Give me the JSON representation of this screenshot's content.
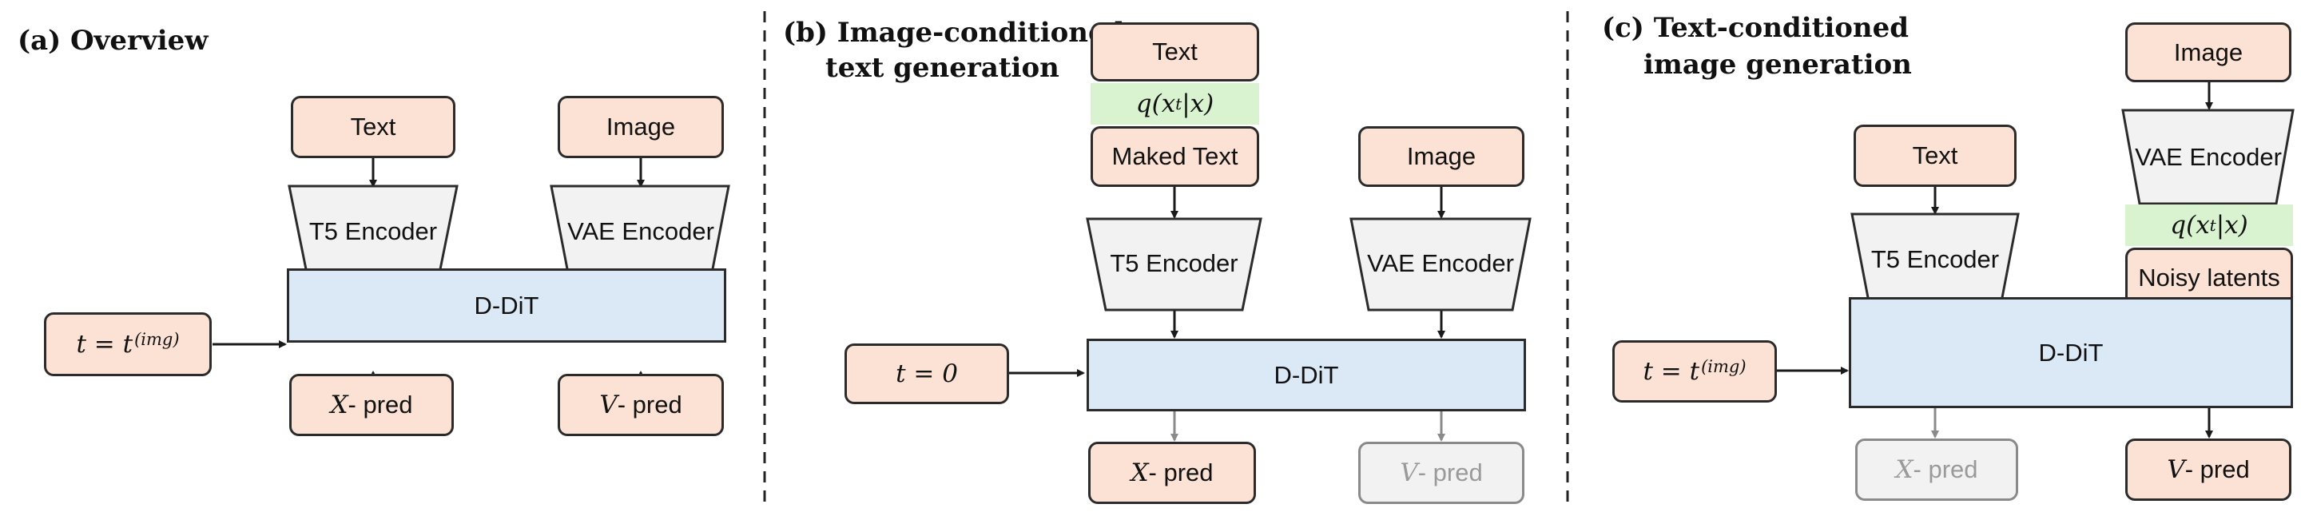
{
  "panels": [
    {
      "title_line1": "(a) Overview",
      "title_line2": "",
      "text": "Text",
      "image": "Image",
      "t5": "T5 Encoder",
      "vae": "VAE Encoder",
      "t_label": "t = t",
      "t_sup": "(img)",
      "ddit": "D-DiT",
      "x_var": "X",
      "v_var": "V",
      "pred": "- pred"
    },
    {
      "title_line1": "(b) Image-conditioned",
      "title_line2": "text generation",
      "text": "Text",
      "noise": "q(x",
      "noise_sub": "t",
      "noise_end": "|x)",
      "masked": "Maked Text",
      "image": "Image",
      "t5": "T5 Encoder",
      "vae": "VAE Encoder",
      "t_label": "t = 0",
      "ddit": "D-DiT",
      "x_var": "X",
      "v_var": "V",
      "pred": "- pred"
    },
    {
      "title_line1": "(c) Text-conditioned",
      "title_line2": "image generation",
      "text": "Text",
      "image": "Image",
      "vae": "VAE Encoder",
      "noise": "q(x",
      "noise_sub": "t",
      "noise_end": "|x)",
      "noisy": "Noisy latents",
      "t5": "T5 Encoder",
      "t_label": "t = t",
      "t_sup": "(img)",
      "ddit": "D-DiT",
      "x_var": "X",
      "v_var": "V",
      "pred": "- pred"
    }
  ],
  "colors": {
    "peach": "#fbe2d5",
    "blue": "#dbe8f6",
    "green": "#d9f2d0",
    "encoder": "#f2f2f2",
    "line": "#1a1a1a",
    "faded": "#8a8a8a"
  }
}
